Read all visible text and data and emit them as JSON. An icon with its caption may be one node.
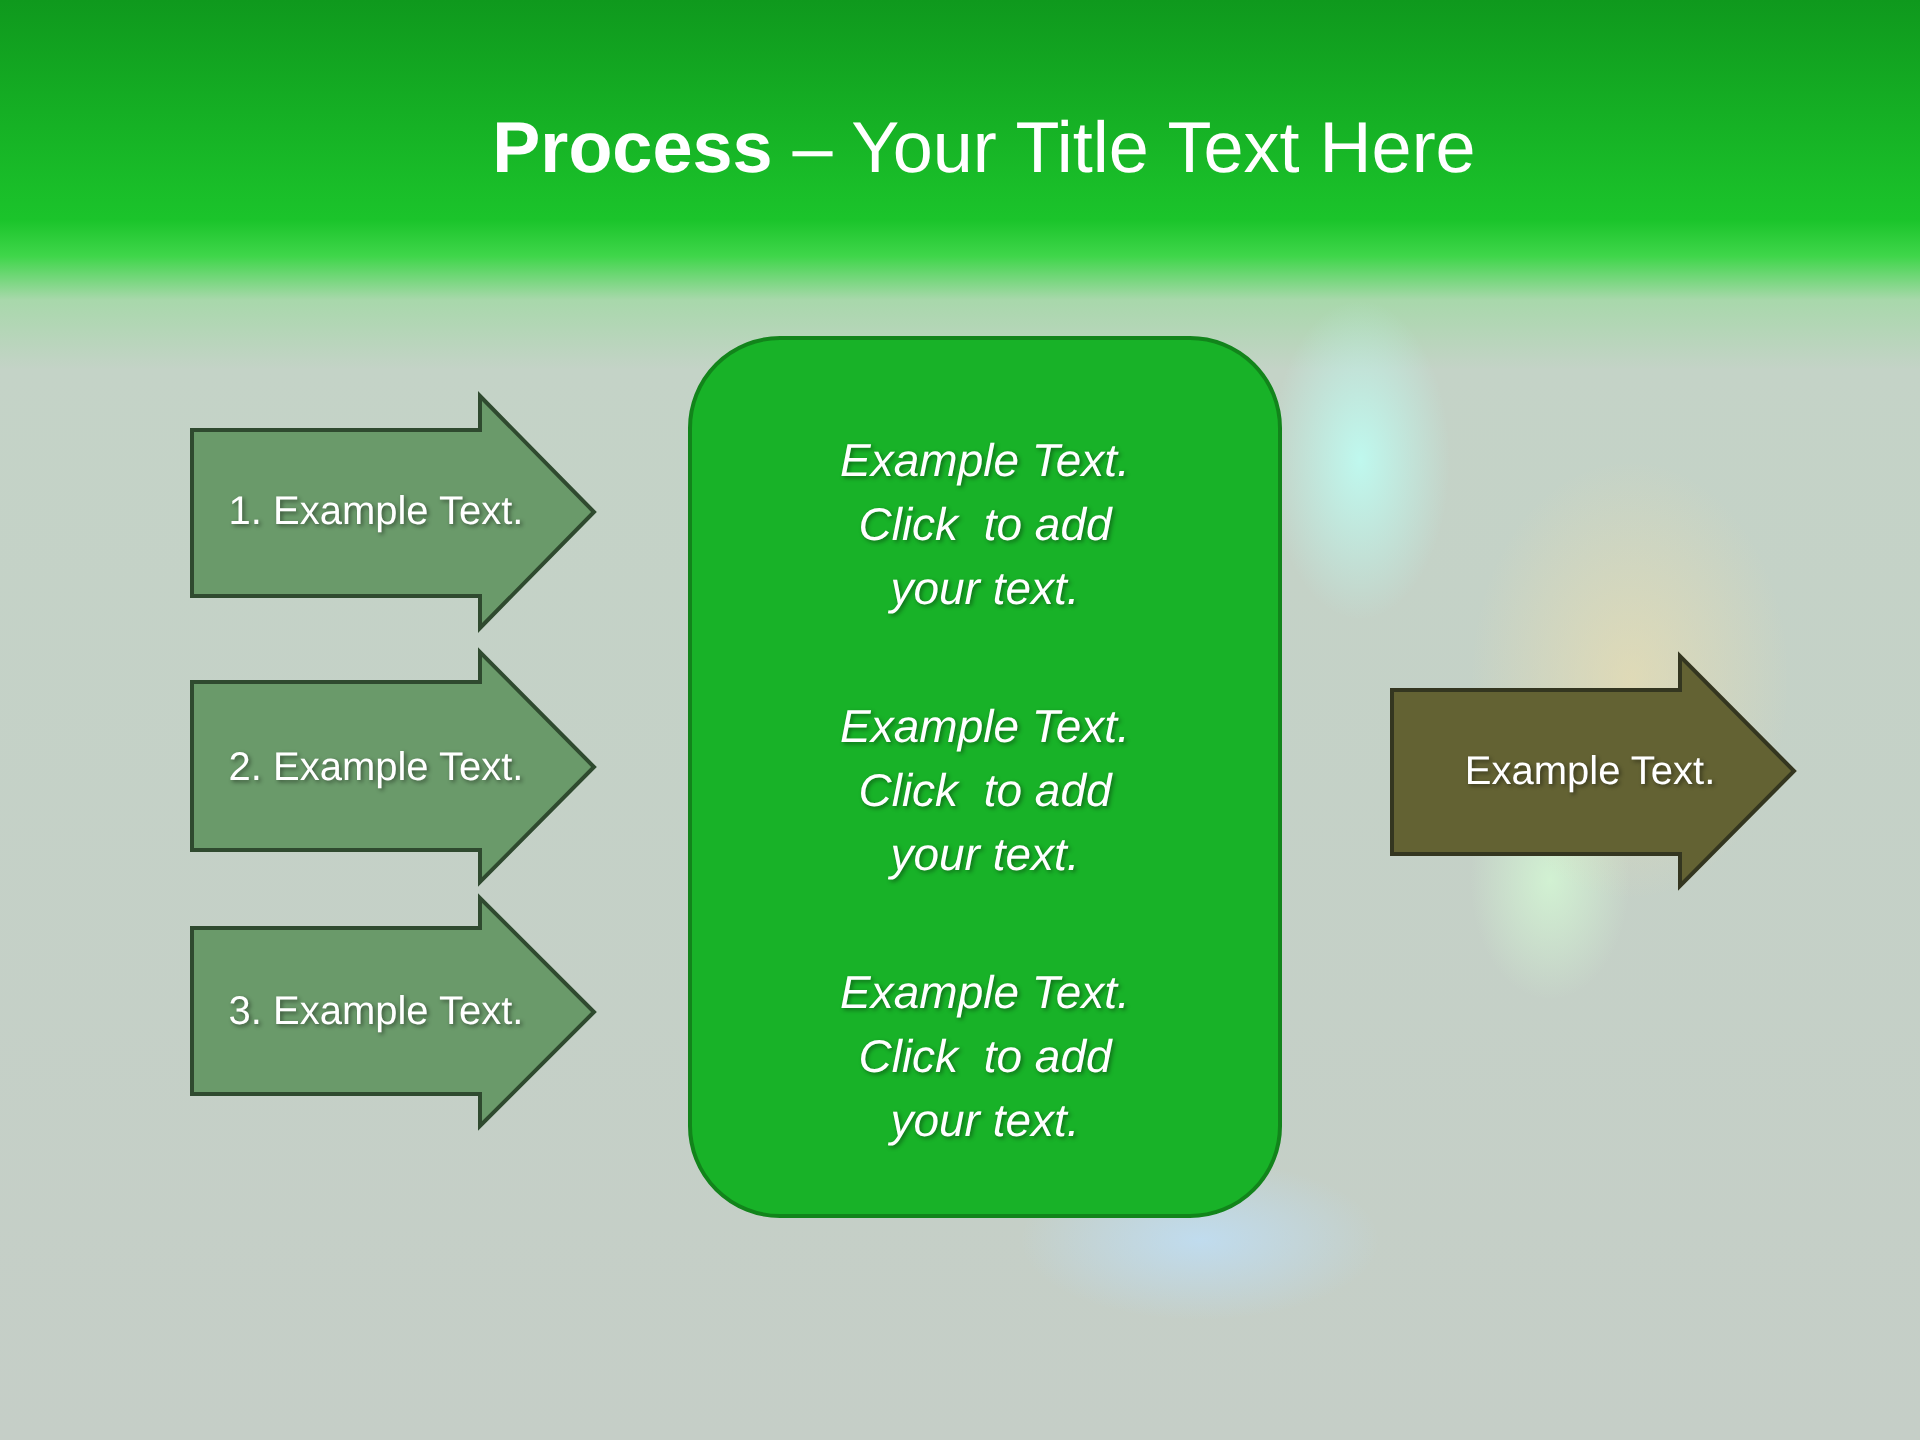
{
  "diagram": {
    "title": "**Process** – Your Title Text Here",
    "nodes": [
      {
        "text": [
          "1. Example Text."
        ]
      },
      {
        "text": [
          "2. Example Text."
        ]
      },
      {
        "text": [
          "3. Example Text."
        ]
      },
      {
        "text": [
          "Example Text. Click  to add your text.",
          "Example Text. Click  to add your text.",
          "Example Text. Click  to add your text."
        ]
      },
      {
        "text": [
          "Example Text."
        ]
      }
    ]
  }
}
